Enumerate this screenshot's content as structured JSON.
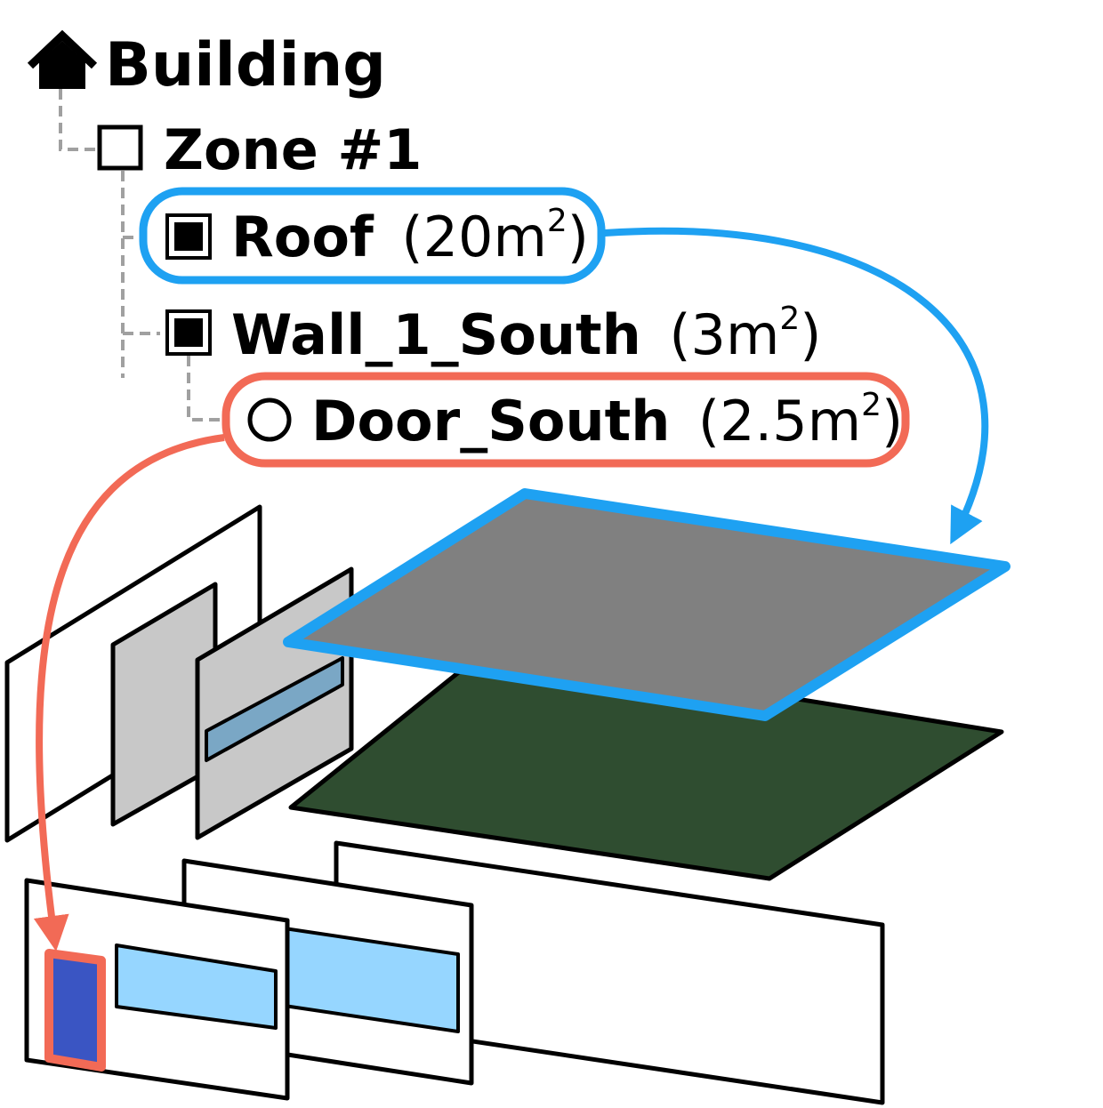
{
  "tree": {
    "building": {
      "icon": "home-icon",
      "label": "Building"
    },
    "zone": {
      "icon": "square-outline-icon",
      "label": "Zone #1"
    },
    "roof": {
      "icon": "filled-square-icon",
      "label": "Roof",
      "area_open": "(20m",
      "area_sup": "2",
      "area_close": ")"
    },
    "wall": {
      "icon": "filled-square-icon",
      "label": "Wall_1_South",
      "area_open": "(3m",
      "area_sup": "2",
      "area_close": ")"
    },
    "door": {
      "icon": "circle-outline-icon",
      "label": "Door_South",
      "area_open": "(2.5m",
      "area_sup": "2",
      "area_close": ")"
    }
  },
  "colors": {
    "roof_highlight": "#1EA1F2",
    "door_highlight": "#F26A56",
    "roof_fill": "#808080",
    "floor_fill": "#2F4D30",
    "wall_fill": "#C8C8C8",
    "window_fill": "#96D6FF",
    "window_dark_fill": "#7AA7C5",
    "door_fill": "#3A55C3",
    "tree_line": "#A0A0A0"
  }
}
